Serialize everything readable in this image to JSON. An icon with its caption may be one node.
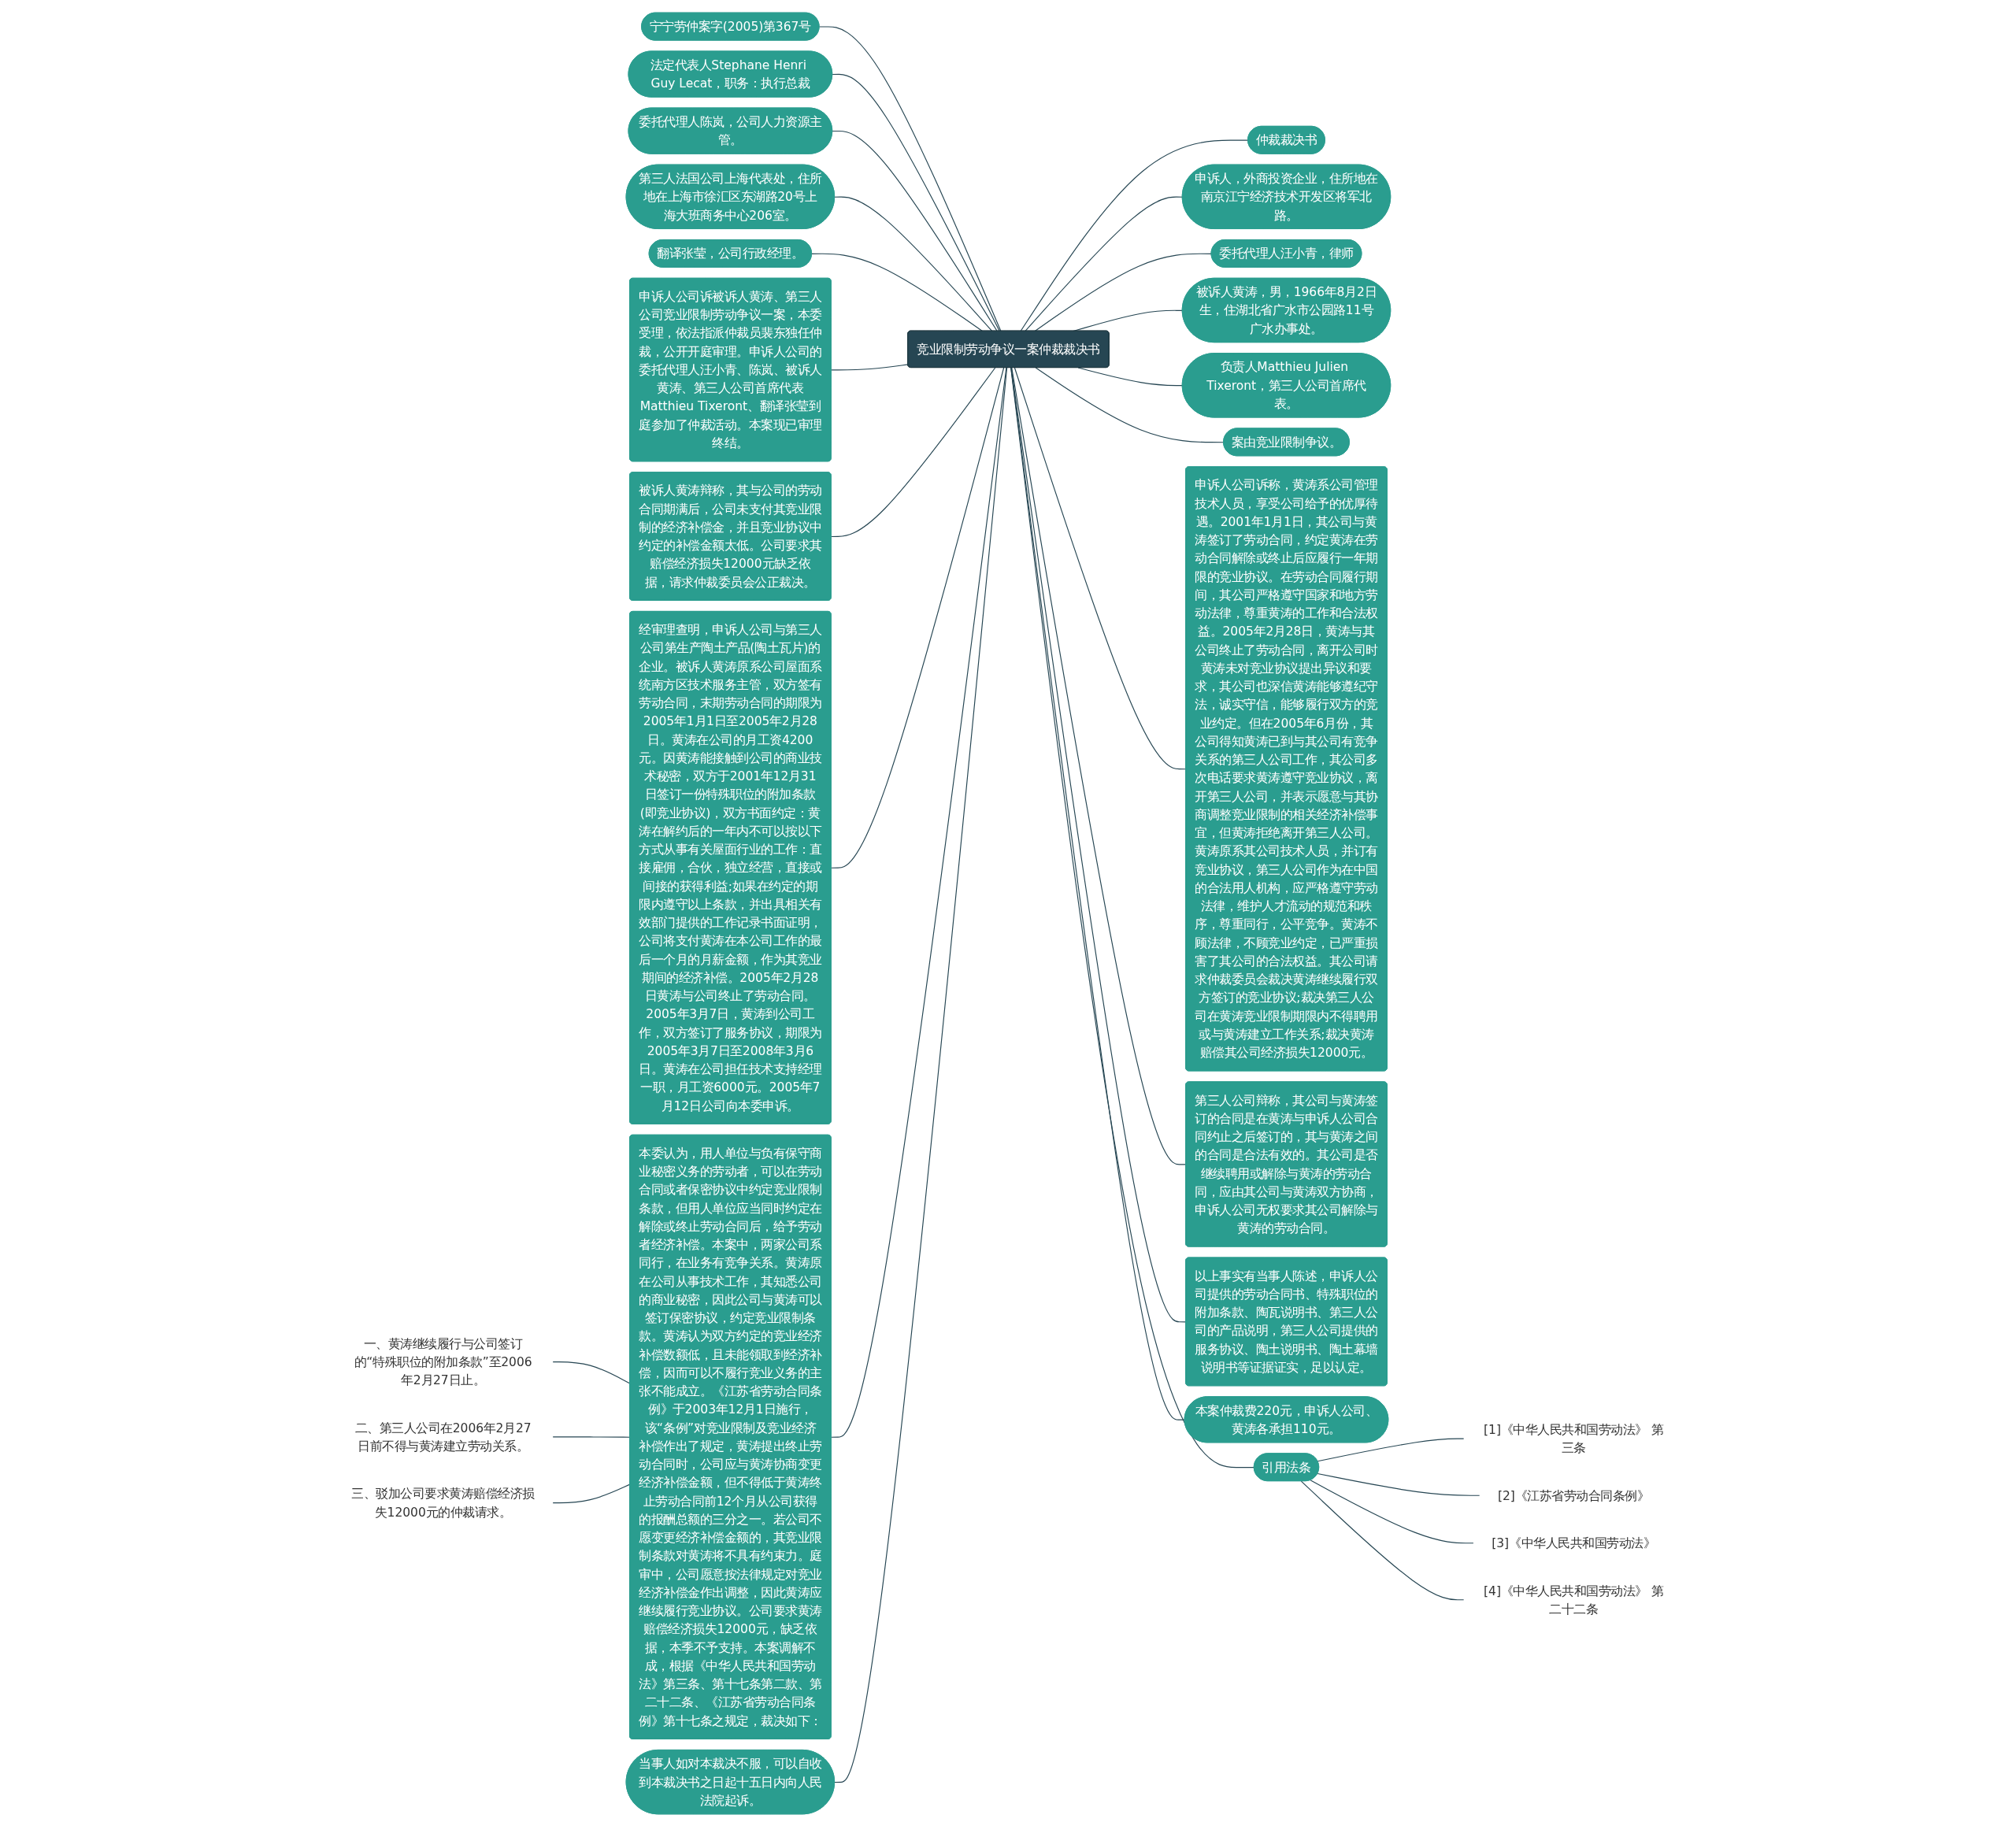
{
  "diagram": {
    "nodes": [
      {
        "text": [
          "竞业限制劳动争议一案仲裁裁决书"
        ]
      },
      {
        "text": [
          "宁宁劳仲案字(2005)第367号"
        ]
      },
      {
        "text": [
          "法定代表人Stephane Henri Guy Lecat，职务：执行总裁"
        ]
      },
      {
        "text": [
          "委托代理人陈岚，公司人力资源主管。"
        ]
      },
      {
        "text": [
          "第三人法国公司上海代表处，住所地在上海市徐汇区东湖路20号上海大班商务中心206室。"
        ]
      },
      {
        "text": [
          "翻译张莹，公司行政经理。"
        ]
      },
      {
        "text": [
          "申诉人公司诉被诉人黄涛、第三人公司竞业限制劳动争议一案，本委受理，依法指派仲裁员裴东独任仲裁，公开开庭审理。申诉人公司的委托代理人汪小青、陈岚、被诉人黄涛、第三人公司首席代表Matthieu Tixeront、翻译张莹到庭参加了仲裁活动。本案现已审理终结。"
        ]
      },
      {
        "text": [
          "被诉人黄涛辩称，其与公司的劳动合同期满后，公司未支付其竞业限制的经济补偿金，并且竞业协议中约定的补偿金额太低。公司要求其赔偿经济损失12000元缺乏依据，请求仲裁委员会公正裁决。"
        ]
      },
      {
        "text": [
          "经审理查明，申诉人公司与第三人公司第生产陶土产品(陶土瓦片)的企业。被诉人黄涛原系公司屋面系统南方区技术服务主管，双方签有劳动合同，末期劳动合同的期限为2005年1月1日至2005年2月28日。黄涛在公司的月工资4200元。因黄涛能接触到公司的商业技术秘密，双方于2001年12月31日签订一份特殊职位的附加条款(即竞业协议)，双方书面约定：黄涛在解约后的一年内不可以按以下方式从事有关屋面行业的工作：直接雇佣，合伙，独立经营，直接或间接的获得利益;如果在约定的期限内遵守以上条款，并出具相关有效部门提供的工作记录书面证明，公司将支付黄涛在本公司工作的最后一个月的月薪金额，作为其竞业期间的经济补偿。2005年2月28日黄涛与公司终止了劳动合同。2005年3月7日，黄涛到公司工作，双方签订了服务协议，期限为2005年3月7日至2008年3月6日。黄涛在公司担任技术支持经理一职，月工资6000元。2005年7月12日公司向本委申诉。"
        ]
      },
      {
        "text": [
          "本委认为，用人单位与负有保守商业秘密义务的劳动者，可以在劳动合同或者保密协议中约定竞业限制条款，但用人单位应当同时约定在解除或终止劳动合同后，给予劳动者经济补偿。本案中，两家公司系同行，在业务有竞争关系。黄涛原在公司从事技术工作，其知悉公司的商业秘密，因此公司与黄涛可以签订保密协议，约定竞业限制条款。黄涛认为双方约定的竞业经济补偿数额低，且未能领取到经济补偿，因而可以不履行竞业义务的主张不能成立。《江苏省劳动合同条例》于2003年12月1日施行，该“条例”对竞业限制及竞业经济补偿作出了规定，黄涛提出终止劳动合同时，公司应与黄涛协商变更经济补偿金额，但不得低于黄涛终止劳动合同前12个月从公司获得的报酬总额的三分之一。若公司不愿变更经济补偿金额的，其竞业限制条款对黄涛将不具有约束力。庭审中，公司愿意按法律规定对竞业经济补偿金作出调整，因此黄涛应继续履行竞业协议。公司要求黄涛赔偿经济损失12000元，缺乏依据，本季不予支持。本案调解不成，根据《中华人民共和国劳动法》第三条、第十七条第二款、第二十二条、《江苏省劳动合同条例》第十七条之规定，裁决如下："
        ]
      },
      {
        "text": [
          "一、黄涛继续履行与公司签订的“特殊职位的附加条款”至2006年2月27日止。"
        ]
      },
      {
        "text": [
          "二、第三人公司在2006年2月27日前不得与黄涛建立劳动关系。"
        ]
      },
      {
        "text": [
          "三、驳加公司要求黄涛赔偿经济损失12000元的仲裁请求。"
        ]
      },
      {
        "text": [
          "当事人如对本裁决不服，可以自收到本裁决书之日起十五日内向人民法院起诉。"
        ]
      },
      {
        "text": [
          "仲裁裁决书"
        ]
      },
      {
        "text": [
          "申诉人，外商投资企业，住所地在南京江宁经济技术开发区将军北路。"
        ]
      },
      {
        "text": [
          "委托代理人汪小青，律师"
        ]
      },
      {
        "text": [
          "被诉人黄涛，男，1966年8月2日生，住湖北省广水市公园路11号广水办事处。"
        ]
      },
      {
        "text": [
          "负责人Matthieu Julien Tixeront，第三人公司首席代表。"
        ]
      },
      {
        "text": [
          "案由竞业限制争议。"
        ]
      },
      {
        "text": [
          "申诉人公司诉称，黄涛系公司管理技术人员，享受公司给予的优厚待遇。2001年1月1日，其公司与黄涛签订了劳动合同，约定黄涛在劳动合同解除或终止后应履行一年期限的竞业协议。在劳动合同履行期间，其公司严格遵守国家和地方劳动法律，尊重黄涛的工作和合法权益。2005年2月28日，黄涛与其公司终止了劳动合同，离开公司时黄涛未对竞业协议提出异议和要求，其公司也深信黄涛能够遵纪守法，诚实守信，能够履行双方的竞业约定。但在2005年6月份，其公司得知黄涛已到与其公司有竞争关系的第三人公司工作，其公司多次电话要求黄涛遵守竞业协议，离开第三人公司，并表示愿意与其协商调整竞业限制的相关经济补偿事宜，但黄涛拒绝离开第三人公司。黄涛原系其公司技术人员，并订有竞业协议，第三人公司作为在中国的合法用人机构，应严格遵守劳动法律，维护人才流动的规范和秩序，尊重同行，公平竞争。黄涛不顾法律，不顾竞业约定，已严重损害了其公司的合法权益。其公司请求仲裁委员会裁决黄涛继续履行双方签订的竞业协议;裁决第三人公司在黄涛竞业限制期限内不得聘用或与黄涛建立工作关系;裁决黄涛赔偿其公司经济损失12000元。"
        ]
      },
      {
        "text": [
          "第三人公司辩称，其公司与黄涛签订的合同是在黄涛与申诉人公司合同约止之后签订的，其与黄涛之间的合同是合法有效的。其公司是否继续聘用或解除与黄涛的劳动合同，应由其公司与黄涛双方协商，申诉人公司无权要求其公司解除与黄涛的劳动合同。"
        ]
      },
      {
        "text": [
          "以上事实有当事人陈述，申诉人公司提供的劳动合同书、特殊职位的附加条款、陶瓦说明书、第三人公司的产品说明，第三人公司提供的服务协议、陶土说明书、陶土幕墙说明书等证据证实，足以认定。"
        ]
      },
      {
        "text": [
          "本案仲裁费220元，申诉人公司、黄涛各承担110元。"
        ]
      },
      {
        "text": [
          "引用法条"
        ]
      },
      {
        "text": [
          "[1]《中华人民共和国劳动法》 第三条"
        ]
      },
      {
        "text": [
          "[2]《江苏省劳动合同条例》"
        ]
      },
      {
        "text": [
          "[3]《中华人民共和国劳动法》"
        ]
      },
      {
        "text": [
          "[4]《中华人民共和国劳动法》 第二十二条"
        ]
      }
    ],
    "edges": [
      {
        "from": 1,
        "to": 0,
        "arrow": "none"
      },
      {
        "from": 2,
        "to": 0,
        "arrow": "none"
      },
      {
        "from": 3,
        "to": 0,
        "arrow": "none"
      },
      {
        "from": 4,
        "to": 0,
        "arrow": "none"
      },
      {
        "from": 5,
        "to": 0,
        "arrow": "none"
      },
      {
        "from": 6,
        "to": 0,
        "arrow": "none"
      },
      {
        "from": 7,
        "to": 0,
        "arrow": "none"
      },
      {
        "from": 8,
        "to": 0,
        "arrow": "none"
      },
      {
        "from": 9,
        "to": 0,
        "arrow": "none"
      },
      {
        "from": 10,
        "to": 9,
        "arrow": "none"
      },
      {
        "from": 11,
        "to": 9,
        "arrow": "none"
      },
      {
        "from": 12,
        "to": 9,
        "arrow": "none"
      },
      {
        "from": 13,
        "to": 0,
        "arrow": "none"
      },
      {
        "from": 0,
        "to": 14,
        "arrow": "none"
      },
      {
        "from": 0,
        "to": 15,
        "arrow": "none"
      },
      {
        "from": 0,
        "to": 16,
        "arrow": "none"
      },
      {
        "from": 0,
        "to": 17,
        "arrow": "none"
      },
      {
        "from": 0,
        "to": 18,
        "arrow": "none"
      },
      {
        "from": 0,
        "to": 19,
        "arrow": "none"
      },
      {
        "from": 0,
        "to": 20,
        "arrow": "none"
      },
      {
        "from": 0,
        "to": 21,
        "arrow": "none"
      },
      {
        "from": 0,
        "to": 22,
        "arrow": "none"
      },
      {
        "from": 0,
        "to": 23,
        "arrow": "none"
      },
      {
        "from": 0,
        "to": 24,
        "arrow": "none"
      },
      {
        "from": 24,
        "to": 25,
        "arrow": "none"
      },
      {
        "from": 24,
        "to": 26,
        "arrow": "none"
      },
      {
        "from": 24,
        "to": 27,
        "arrow": "none"
      },
      {
        "from": 24,
        "to": 28,
        "arrow": "none"
      }
    ]
  }
}
